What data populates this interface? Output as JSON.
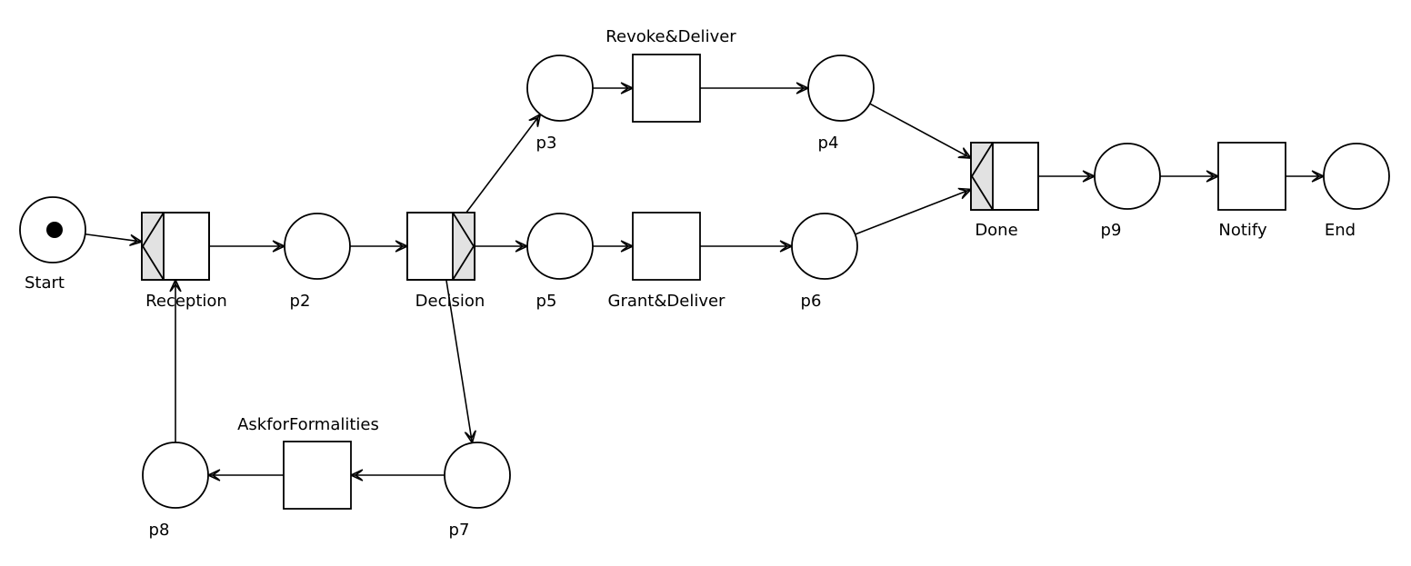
{
  "places": [
    {
      "id": "start",
      "label": "Start",
      "tokens": 1
    },
    {
      "id": "p2",
      "label": "p2",
      "tokens": 0
    },
    {
      "id": "p3",
      "label": "p3",
      "tokens": 0
    },
    {
      "id": "p4",
      "label": "p4",
      "tokens": 0
    },
    {
      "id": "p5",
      "label": "p5",
      "tokens": 0
    },
    {
      "id": "p6",
      "label": "p6",
      "tokens": 0
    },
    {
      "id": "p7",
      "label": "p7",
      "tokens": 0
    },
    {
      "id": "p8",
      "label": "p8",
      "tokens": 0
    },
    {
      "id": "p9",
      "label": "p9",
      "tokens": 0
    },
    {
      "id": "end",
      "label": "End",
      "tokens": 0
    }
  ],
  "transitions": [
    {
      "id": "reception",
      "label": "Reception",
      "kind": "join"
    },
    {
      "id": "decision",
      "label": "Decision",
      "kind": "split"
    },
    {
      "id": "revoke",
      "label": "Revoke&Deliver",
      "kind": "task"
    },
    {
      "id": "grant",
      "label": "Grant&Deliver",
      "kind": "task"
    },
    {
      "id": "askfor",
      "label": "AskforFormalities",
      "kind": "task"
    },
    {
      "id": "done",
      "label": "Done",
      "kind": "join"
    },
    {
      "id": "notify",
      "label": "Notify",
      "kind": "task"
    }
  ],
  "arcs": [
    [
      "start",
      "reception"
    ],
    [
      "reception",
      "p2"
    ],
    [
      "p2",
      "decision"
    ],
    [
      "decision",
      "p3"
    ],
    [
      "decision",
      "p5"
    ],
    [
      "decision",
      "p7"
    ],
    [
      "p3",
      "revoke"
    ],
    [
      "revoke",
      "p4"
    ],
    [
      "p5",
      "grant"
    ],
    [
      "grant",
      "p6"
    ],
    [
      "p7",
      "askfor"
    ],
    [
      "askfor",
      "p8"
    ],
    [
      "p8",
      "reception"
    ],
    [
      "p4",
      "done"
    ],
    [
      "p6",
      "done"
    ],
    [
      "done",
      "p9"
    ],
    [
      "p9",
      "notify"
    ],
    [
      "notify",
      "end"
    ]
  ]
}
